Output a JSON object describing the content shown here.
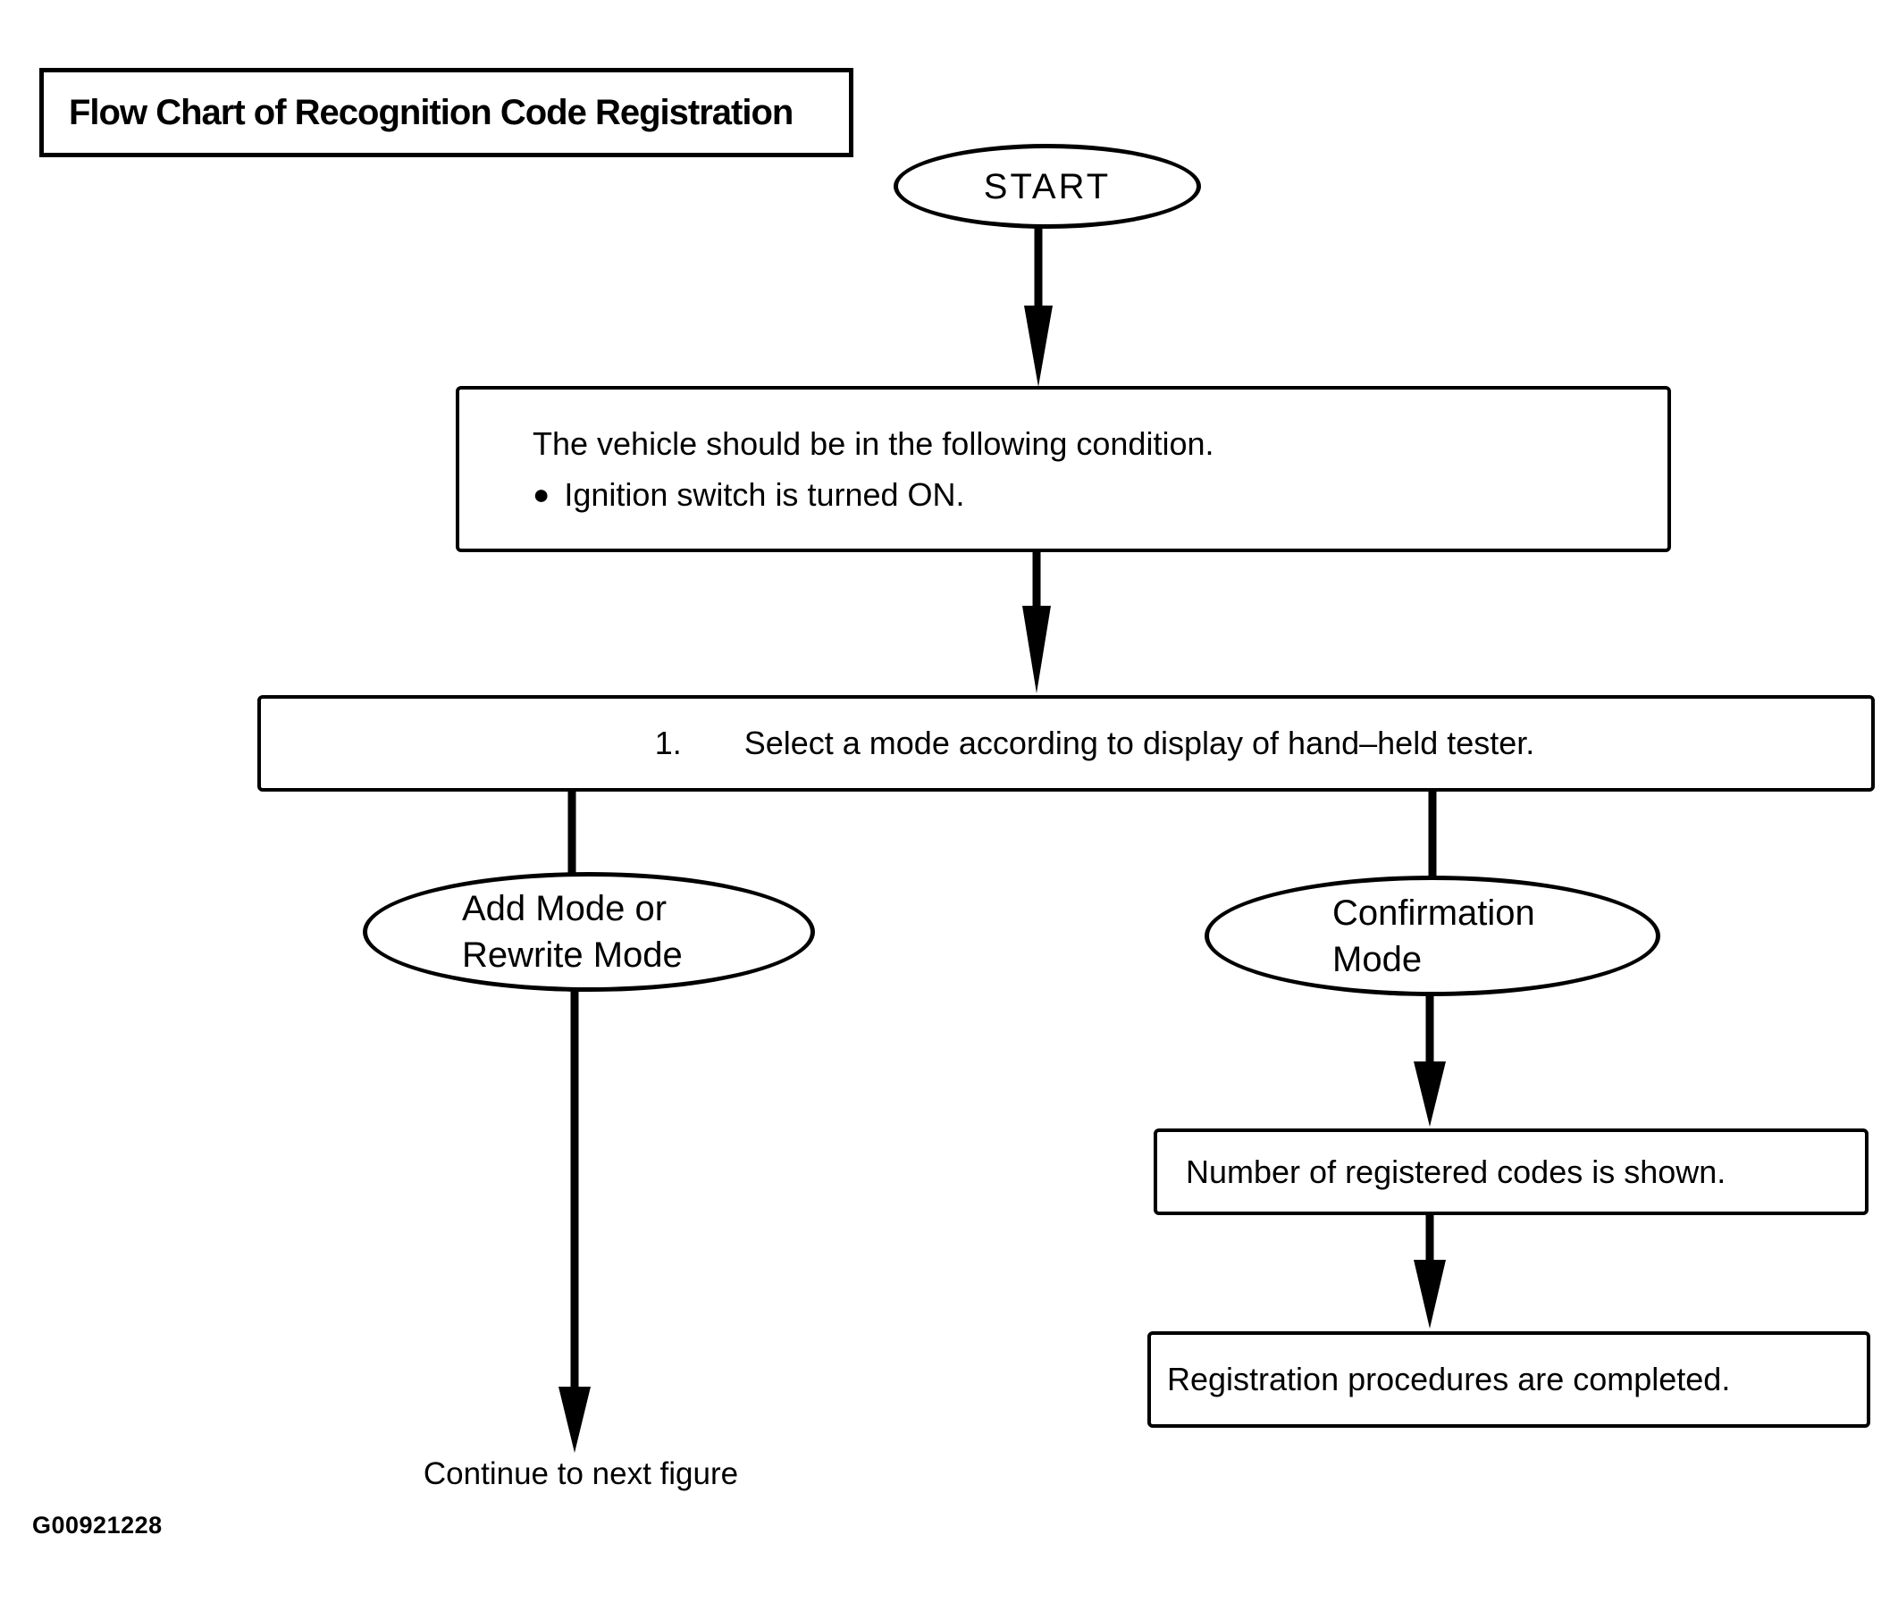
{
  "title": "Flow Chart of Recognition Code Registration",
  "figure_code": "G00921228",
  "colors": {
    "ink": "#000000",
    "paper": "#ffffff"
  },
  "nodes": {
    "start": {
      "label": "START"
    },
    "vehicle_condition": {
      "line1": "The vehicle should be in the following condition.",
      "bullet": "●",
      "line2": "Ignition switch is turned ON."
    },
    "select_mode": {
      "number": "1.",
      "text": "Select a mode according to display of hand–held tester."
    },
    "add_rewrite_mode": {
      "line1": "Add Mode or",
      "line2": "Rewrite Mode"
    },
    "confirmation_mode": {
      "line1": "Confirmation",
      "line2": "Mode"
    },
    "registered_codes": {
      "text": "Number of registered codes is shown."
    },
    "registration_completed": {
      "text": "Registration procedures are completed."
    },
    "continue_next": {
      "text": "Continue to next figure"
    }
  }
}
